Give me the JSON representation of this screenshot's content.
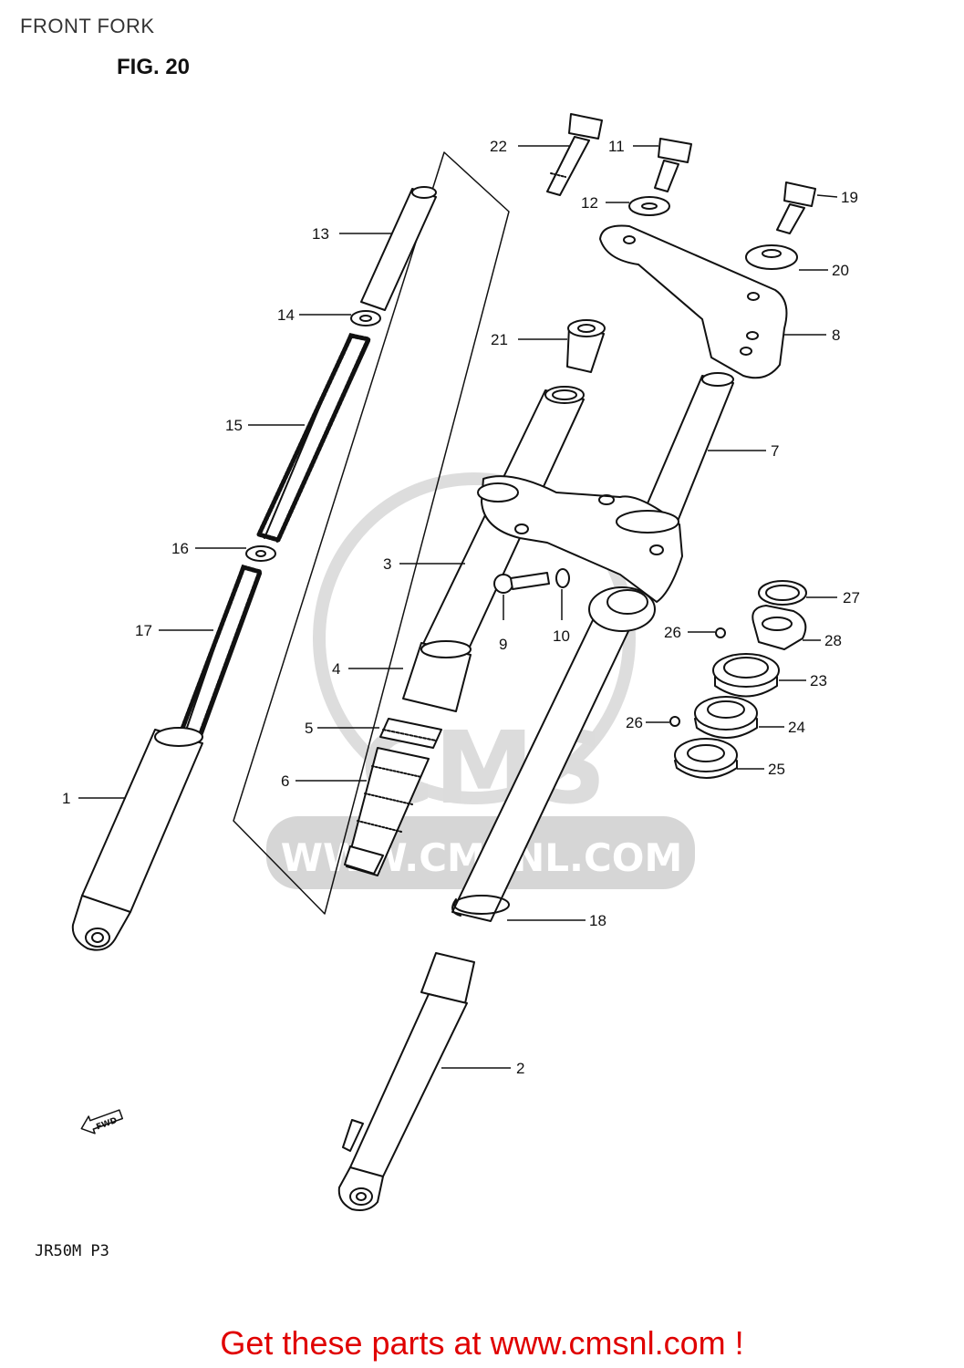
{
  "header": {
    "section_title": "FRONT FORK",
    "figure_title": "FIG. 20"
  },
  "watermark": {
    "logo_text": "CMS",
    "url_text": "WWW.CMSNL.COM",
    "color": "#d6d6d6"
  },
  "direction_indicator": {
    "label": "FWD",
    "icon": "arrow-left-icon"
  },
  "callouts": [
    "1",
    "2",
    "3",
    "4",
    "5",
    "6",
    "7",
    "8",
    "9",
    "10",
    "11",
    "12",
    "13",
    "14",
    "15",
    "16",
    "17",
    "18",
    "19",
    "20",
    "21",
    "22",
    "23",
    "24",
    "25",
    "26",
    "26",
    "27",
    "28"
  ],
  "footer": {
    "model_code": "JR50M  P3",
    "promo_text": "Get these parts at www.cmsnl.com !",
    "promo_color": "#e00000"
  },
  "colors": {
    "line": "#111111",
    "background": "#ffffff"
  }
}
